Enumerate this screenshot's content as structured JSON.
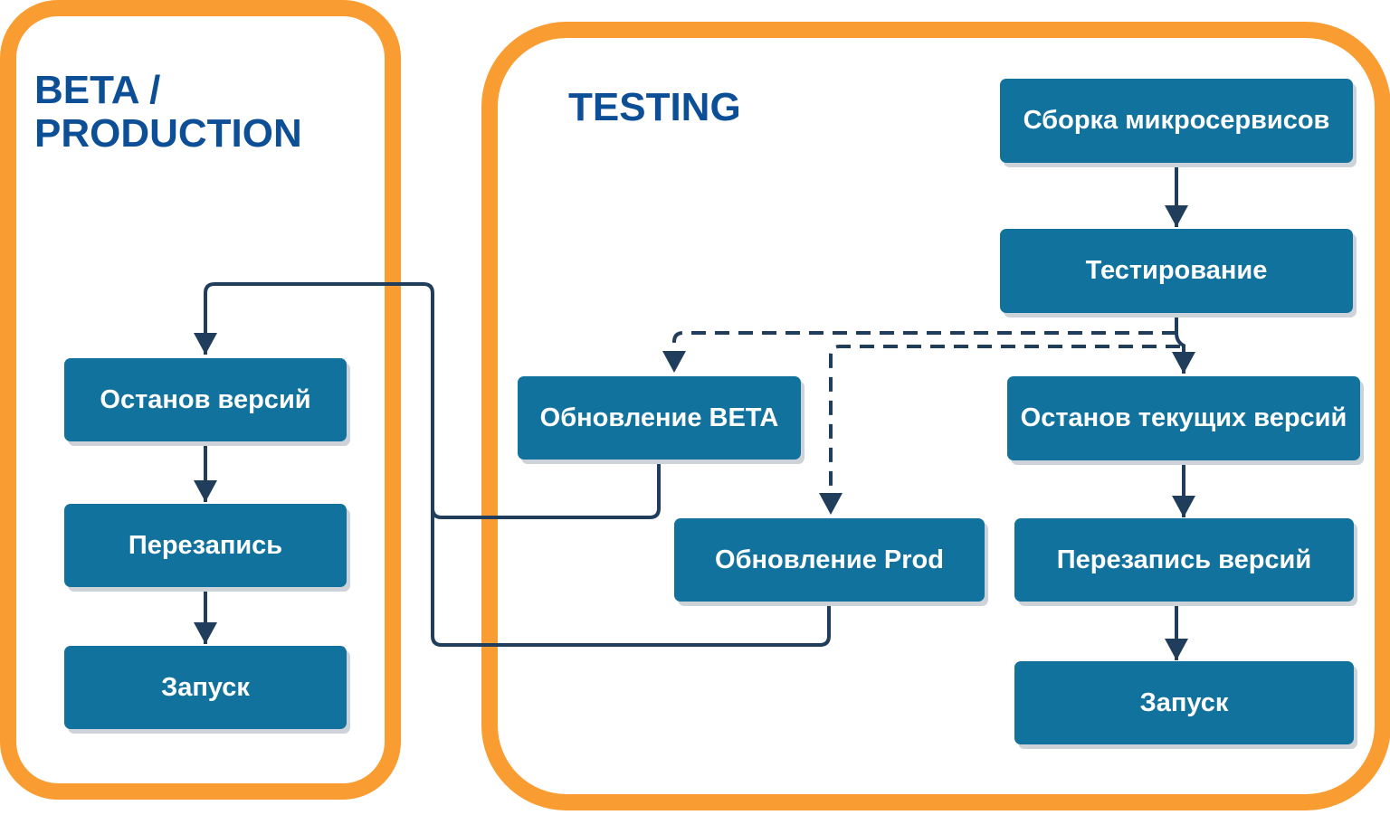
{
  "zones": {
    "beta_production": {
      "title_line1": "BETA /",
      "title_line2": "PRODUCTION"
    },
    "testing": {
      "title": "TESTING"
    }
  },
  "nodes": {
    "build_microservices": "Сборка микросервисов",
    "testing": "Тестирование",
    "update_beta": "Обновление BETA",
    "stop_current_versions": "Останов текущих версий",
    "update_prod": "Обновление Prod",
    "rewrite_versions": "Перезапись версий",
    "launch_testing": "Запуск",
    "stop_versions": "Останов версий",
    "rewrite": "Перезапись",
    "launch_beta": "Запуск"
  },
  "colors": {
    "zone_border": "#f99d32",
    "title_text": "#0d4f96",
    "node_fill": "#12729e",
    "node_text": "#ffffff",
    "connector": "#203d5c"
  }
}
